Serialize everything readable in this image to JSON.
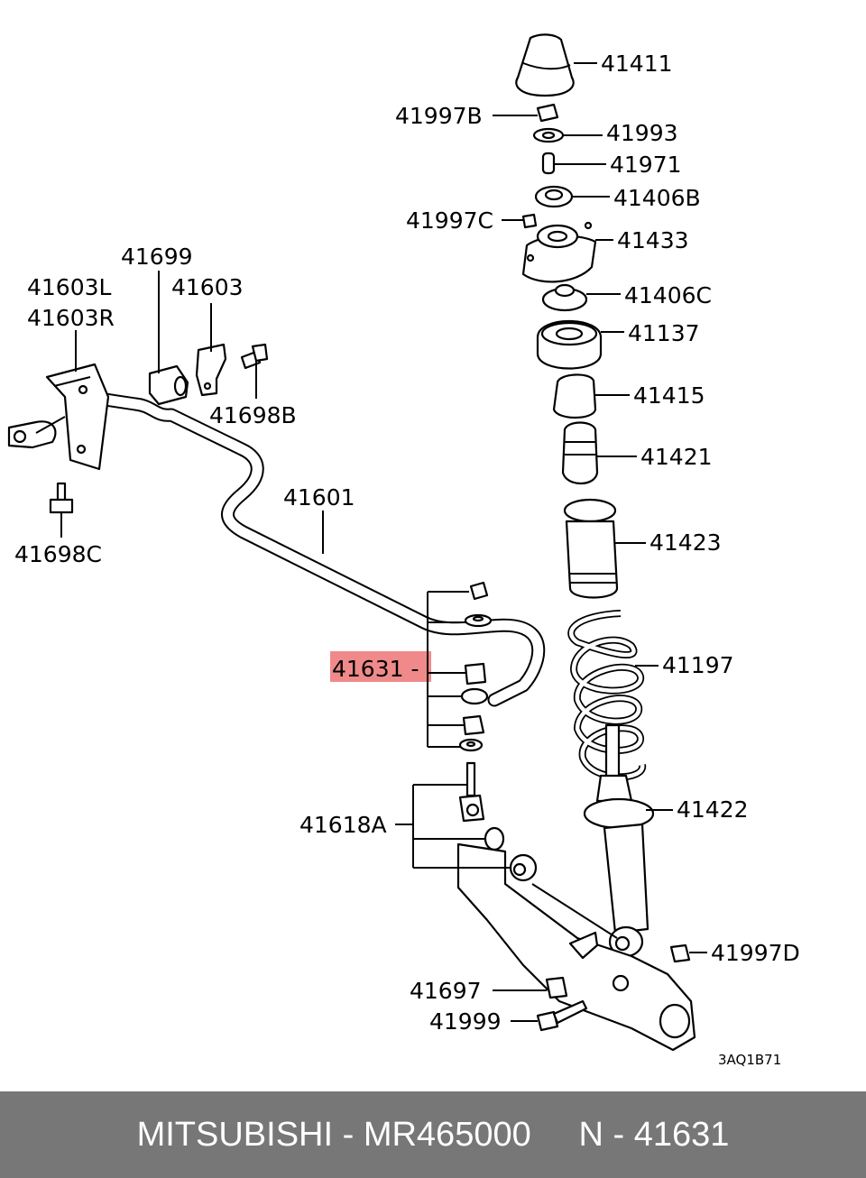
{
  "labels": {
    "l41411": "41411",
    "l41997B": "41997B",
    "l41993": "41993",
    "l41971": "41971",
    "l41406B": "41406B",
    "l41997C": "41997C",
    "l41433": "41433",
    "l41699": "41699",
    "l41603L": "41603L",
    "l41603": "41603",
    "l41603R": "41603R",
    "l41406C": "41406C",
    "l41137": "41137",
    "l41415": "41415",
    "l41698B": "41698B",
    "l41421": "41421",
    "l41601": "41601",
    "l41698C": "41698C",
    "l41423": "41423",
    "l41631": "41631 -",
    "l41197": "41197",
    "l41422": "41422",
    "l41618A": "41618A",
    "l41997D": "41997D",
    "l41697": "41697",
    "l41999": "41999"
  },
  "drawing_code": "3AQ1B71",
  "highlight_color": "#f08a8a",
  "footer": {
    "text": "MITSUBISHI - MR465000     N - 41631",
    "bg_color": "#777777"
  }
}
